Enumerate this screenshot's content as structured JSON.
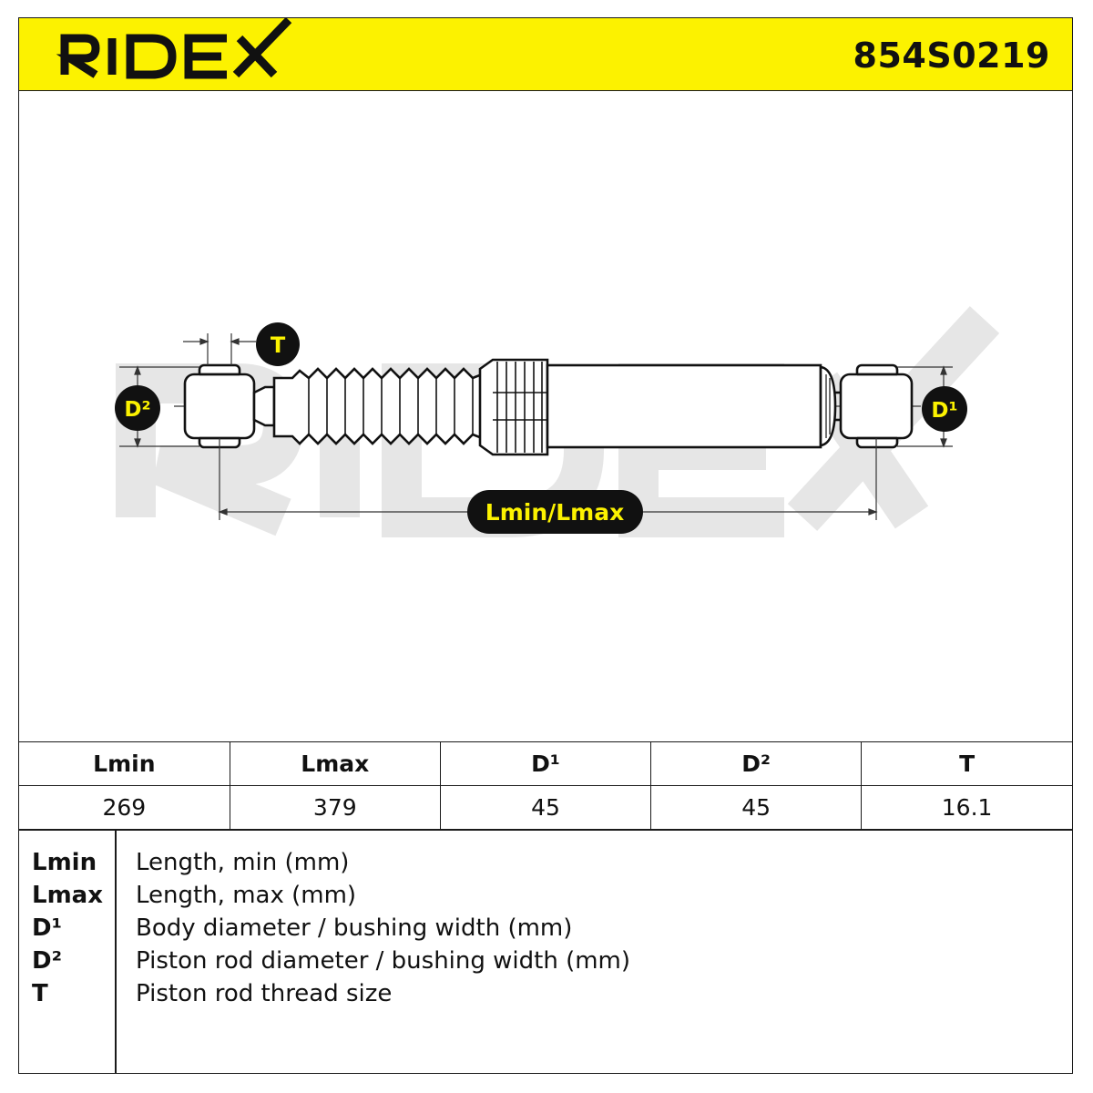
{
  "header": {
    "brand": "RIDEX",
    "part_number": "854S0219",
    "accent_color": "#fcf200"
  },
  "drawing": {
    "watermark": "RIDEX",
    "labels": {
      "t": "T",
      "d1": "D¹",
      "d2": "D²",
      "length": "Lmin/Lmax"
    }
  },
  "spec_table": {
    "headers": [
      "Lmin",
      "Lmax",
      "D¹",
      "D²",
      "T"
    ],
    "values": [
      "269",
      "379",
      "45",
      "45",
      "16.1"
    ]
  },
  "legend": [
    {
      "key": "Lmin",
      "desc": "Length, min (mm)"
    },
    {
      "key": "Lmax",
      "desc": "Length, max (mm)"
    },
    {
      "key": "D¹",
      "desc": "Body diameter / bushing width (mm)"
    },
    {
      "key": "D²",
      "desc": "Piston rod diameter / bushing width (mm)"
    },
    {
      "key": "T",
      "desc": "Piston rod thread size"
    }
  ]
}
